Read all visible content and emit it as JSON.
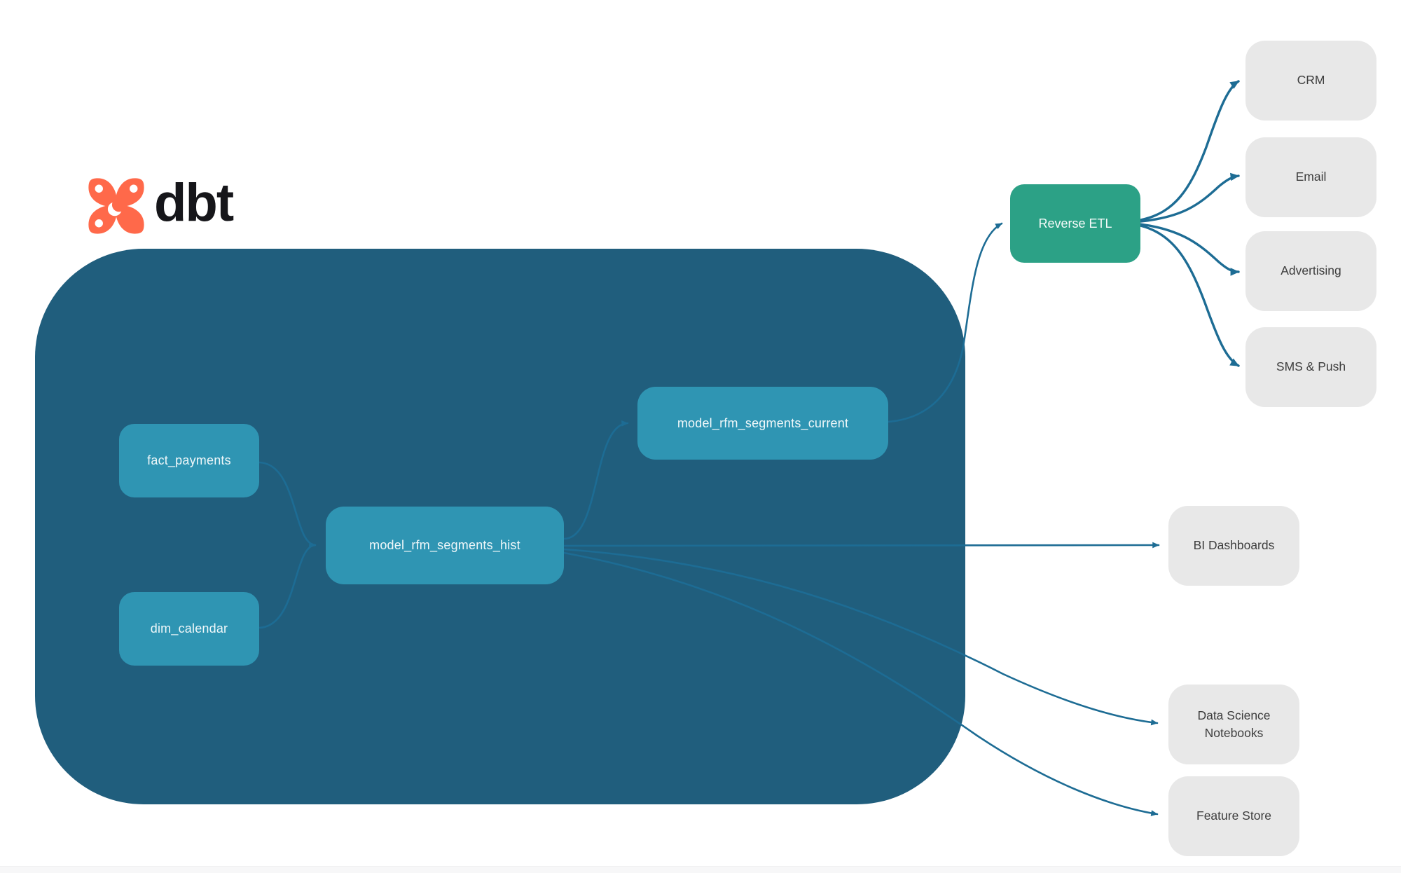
{
  "brand": {
    "name": "dbt"
  },
  "colors": {
    "container_bg": "#205e7d",
    "node_bg": "#2f95b3",
    "reverse_etl_bg": "#2ca186",
    "destination_bg": "#e8e8e8",
    "arrow": "#1d6c94",
    "logo_orange": "#ff694a"
  },
  "dbt_project": {
    "nodes": [
      {
        "id": "fact_payments",
        "label": "fact_payments"
      },
      {
        "id": "dim_calendar",
        "label": "dim_calendar"
      },
      {
        "id": "model_rfm_segments_hist",
        "label": "model_rfm_segments_hist"
      },
      {
        "id": "model_rfm_segments_current",
        "label": "model_rfm_segments_current"
      }
    ]
  },
  "reverse_etl": {
    "label": "Reverse ETL"
  },
  "destinations": [
    {
      "label": "CRM"
    },
    {
      "label": "Email"
    },
    {
      "label": "Advertising"
    },
    {
      "label": "SMS & Push"
    }
  ],
  "consumers": [
    {
      "label": "BI Dashboards"
    },
    {
      "label": "Data Science Notebooks"
    },
    {
      "label": "Feature Store"
    }
  ],
  "edges": [
    {
      "from": "fact_payments",
      "to": "model_rfm_segments_hist"
    },
    {
      "from": "dim_calendar",
      "to": "model_rfm_segments_hist"
    },
    {
      "from": "model_rfm_segments_hist",
      "to": "model_rfm_segments_current"
    },
    {
      "from": "model_rfm_segments_current",
      "to": "Reverse ETL"
    },
    {
      "from": "Reverse ETL",
      "to": "CRM"
    },
    {
      "from": "Reverse ETL",
      "to": "Email"
    },
    {
      "from": "Reverse ETL",
      "to": "Advertising"
    },
    {
      "from": "Reverse ETL",
      "to": "SMS & Push"
    },
    {
      "from": "model_rfm_segments_hist",
      "to": "BI Dashboards"
    },
    {
      "from": "model_rfm_segments_hist",
      "to": "Data Science Notebooks"
    },
    {
      "from": "model_rfm_segments_hist",
      "to": "Feature Store"
    }
  ]
}
